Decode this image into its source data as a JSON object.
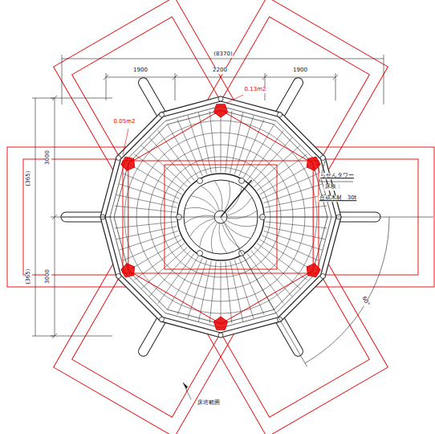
{
  "diagram": {
    "labels": [
      "(8370)",
      "1900",
      "2200",
      "1900",
      "0.13m2",
      "0.05m2",
      "らせんタワー",
      "床板：",
      "合成木材　30t",
      "3000",
      "3000",
      "(365)",
      "(365)",
      "60°",
      "床塔範囲"
    ]
  }
}
